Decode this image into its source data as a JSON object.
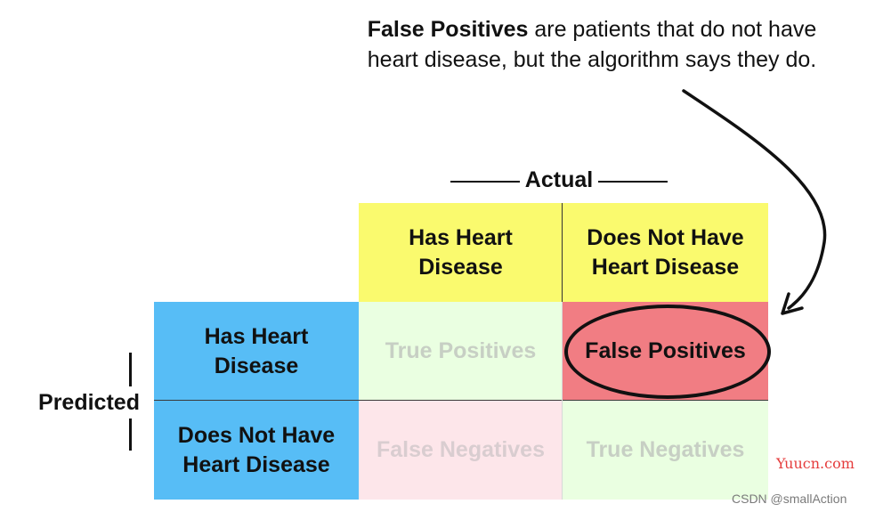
{
  "annotation": {
    "bold_text": "False Positives",
    "rest_line1": " are patients that do not have",
    "line2": "heart disease, but the algorithm says they do."
  },
  "matrix": {
    "actual_label": "Actual",
    "predicted_label": "Predicted",
    "column_headers": [
      "Has Heart Disease",
      "Does Not Have Heart Disease"
    ],
    "row_headers": [
      "Has Heart Disease",
      "Does Not Have Heart Disease"
    ],
    "cells": [
      [
        "True Positives",
        "False Positives"
      ],
      [
        "False Negatives",
        "True Negatives"
      ]
    ],
    "highlighted_cell": "False Positives"
  },
  "colors": {
    "header_yellow": "#fafa6e",
    "header_blue": "#57bdf6",
    "faded_green": "#eaffe1",
    "faded_pink": "#fde6ea",
    "highlight_red": "#f17d83"
  },
  "watermarks": {
    "site": "Yuucn.com",
    "credit": "CSDN @smallAction"
  }
}
